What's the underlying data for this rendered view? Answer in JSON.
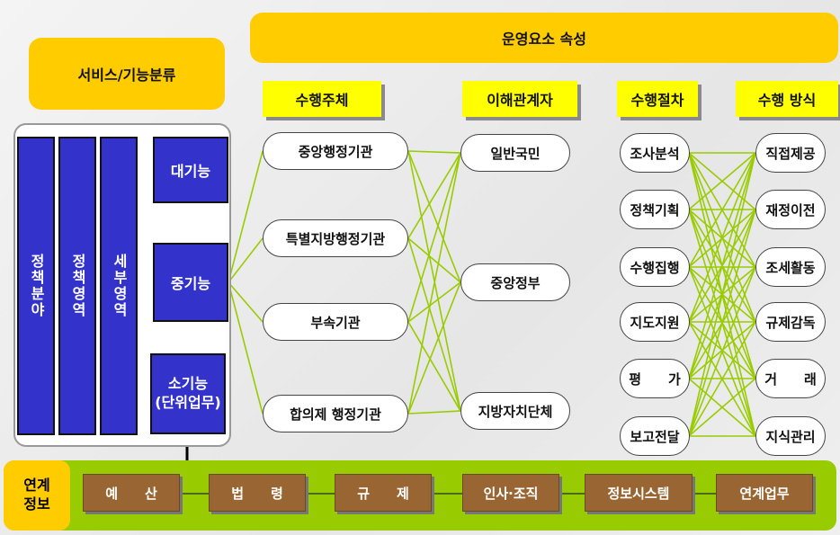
{
  "top_banner": "운영요소 속성",
  "classification_title": "서비스/기능분류",
  "column_headers": [
    "수행주체",
    "이해관계자",
    "수행절차",
    "수행 방식"
  ],
  "vertical_columns": [
    "정책분야",
    "정책영역",
    "세부영역"
  ],
  "function_levels": [
    "대기능",
    "중기능",
    "소기능\n(단위업무)"
  ],
  "performers": [
    "중앙행정기관",
    "특별지방행정기관",
    "부속기관",
    "합의제 행정기관"
  ],
  "stakeholders": [
    "일반국민",
    "중앙정부",
    "지방자치단체"
  ],
  "procedures": [
    "조사분석",
    "정책기획",
    "수행집행",
    "지도지원",
    "평　　가",
    "보고전달"
  ],
  "methods": [
    "직접제공",
    "재정이전",
    "조세활동",
    "규제감독",
    "거　　래",
    "지식관리"
  ],
  "linkage": {
    "label": "연계\n정보",
    "items": [
      "예　　산",
      "법　　령",
      "규　　제",
      "인사·조직",
      "정보시스템",
      "연계업무"
    ]
  },
  "colors": {
    "yellow": "#ffcc00",
    "header": "#ffff00",
    "blue": "#3333cc",
    "green": "#99cc00",
    "brown": "#996633",
    "line": "#99cc00"
  }
}
